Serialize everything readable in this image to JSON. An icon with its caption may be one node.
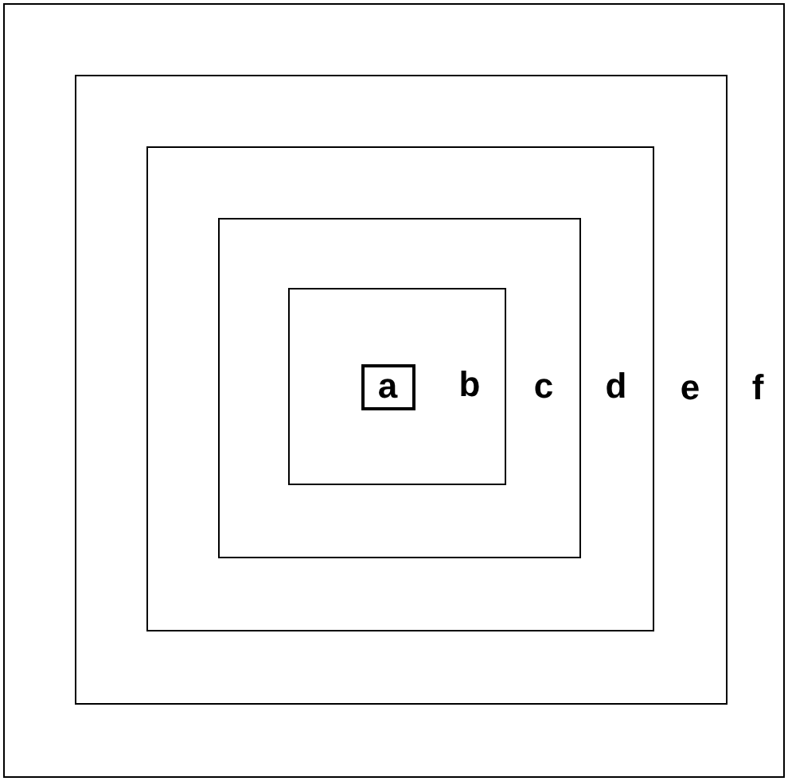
{
  "diagram": {
    "nodes": [
      {
        "text": [
          "f"
        ]
      },
      {
        "text": [
          "e"
        ],
        "in": 0
      },
      {
        "text": [
          "d"
        ],
        "in": 1
      },
      {
        "text": [
          "c"
        ],
        "in": 2
      },
      {
        "text": [
          "b"
        ],
        "in": 3
      },
      {
        "text": [
          "a"
        ],
        "in": 4
      }
    ]
  }
}
